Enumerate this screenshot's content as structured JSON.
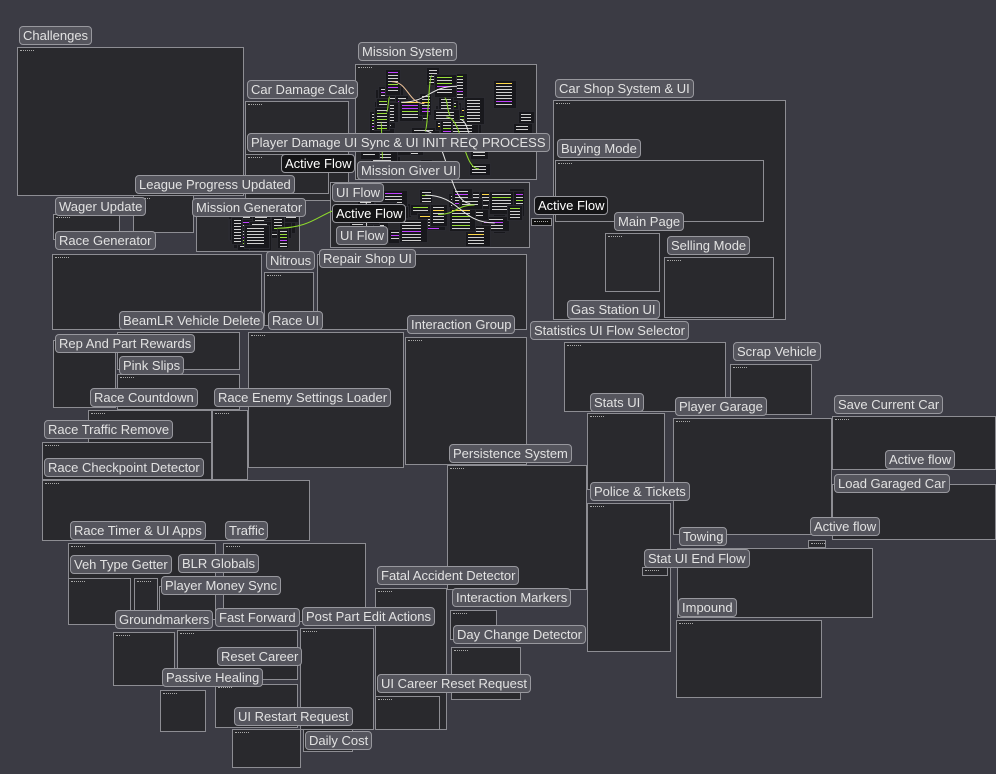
{
  "canvas": {
    "background": "#3b3b44",
    "group_fill": "#29292d",
    "group_border": "#8d8d93"
  },
  "groups": [
    {
      "label": "Challenges"
    },
    {
      "label": "Mission System"
    },
    {
      "label": "Car Damage Calc"
    },
    {
      "label": "Car Shop System & UI"
    },
    {
      "label": "Player Damage UI Sync & UI INIT REQ PROCESS"
    },
    {
      "label": "Buying Mode"
    },
    {
      "label": "Mission Giver UI"
    },
    {
      "label": "Active Flow"
    },
    {
      "label": "UI Flow"
    },
    {
      "label": "League Progress Updated"
    },
    {
      "label": "Mission Generator"
    },
    {
      "label": "Wager Update"
    },
    {
      "label": "Active Flow"
    },
    {
      "label": "Active Flow"
    },
    {
      "label": "UI Flow"
    },
    {
      "label": "Main Page"
    },
    {
      "label": "Race Generator"
    },
    {
      "label": "Repair Shop UI"
    },
    {
      "label": "Selling Mode"
    },
    {
      "label": "Nitrous"
    },
    {
      "label": "Gas Station UI"
    },
    {
      "label": "BeamLR Vehicle Delete"
    },
    {
      "label": "Race UI"
    },
    {
      "label": "Rep And Part Rewards"
    },
    {
      "label": "Interaction Group"
    },
    {
      "label": "Statistics UI Flow Selector"
    },
    {
      "label": "Scrap Vehicle"
    },
    {
      "label": "Pink Slips"
    },
    {
      "label": "Race Countdown"
    },
    {
      "label": "Race Enemy Settings Loader"
    },
    {
      "label": "Stats UI"
    },
    {
      "label": "Player Garage"
    },
    {
      "label": "Save Current Car"
    },
    {
      "label": "Race Traffic Remove"
    },
    {
      "label": "Persistence System"
    },
    {
      "label": "Active flow"
    },
    {
      "label": "Race Checkpoint Detector"
    },
    {
      "label": "Load Garaged Car"
    },
    {
      "label": "Police & Tickets"
    },
    {
      "label": "Race Timer & UI Apps"
    },
    {
      "label": "Traffic"
    },
    {
      "label": "Active flow"
    },
    {
      "label": "Towing"
    },
    {
      "label": "Stat UI End Flow"
    },
    {
      "label": "Veh Type Getter"
    },
    {
      "label": "BLR Globals"
    },
    {
      "label": "Player Money Sync"
    },
    {
      "label": "Fatal Accident Detector"
    },
    {
      "label": "Interaction Markers"
    },
    {
      "label": "Impound"
    },
    {
      "label": "Groundmarkers"
    },
    {
      "label": "Fast Forward"
    },
    {
      "label": "Post Part Edit Actions"
    },
    {
      "label": "Day Change Detector"
    },
    {
      "label": "Passive Healing"
    },
    {
      "label": "Reset Career"
    },
    {
      "label": "UI Career Reset Request"
    },
    {
      "label": "UI Restart Request"
    },
    {
      "label": "Daily Cost"
    }
  ]
}
